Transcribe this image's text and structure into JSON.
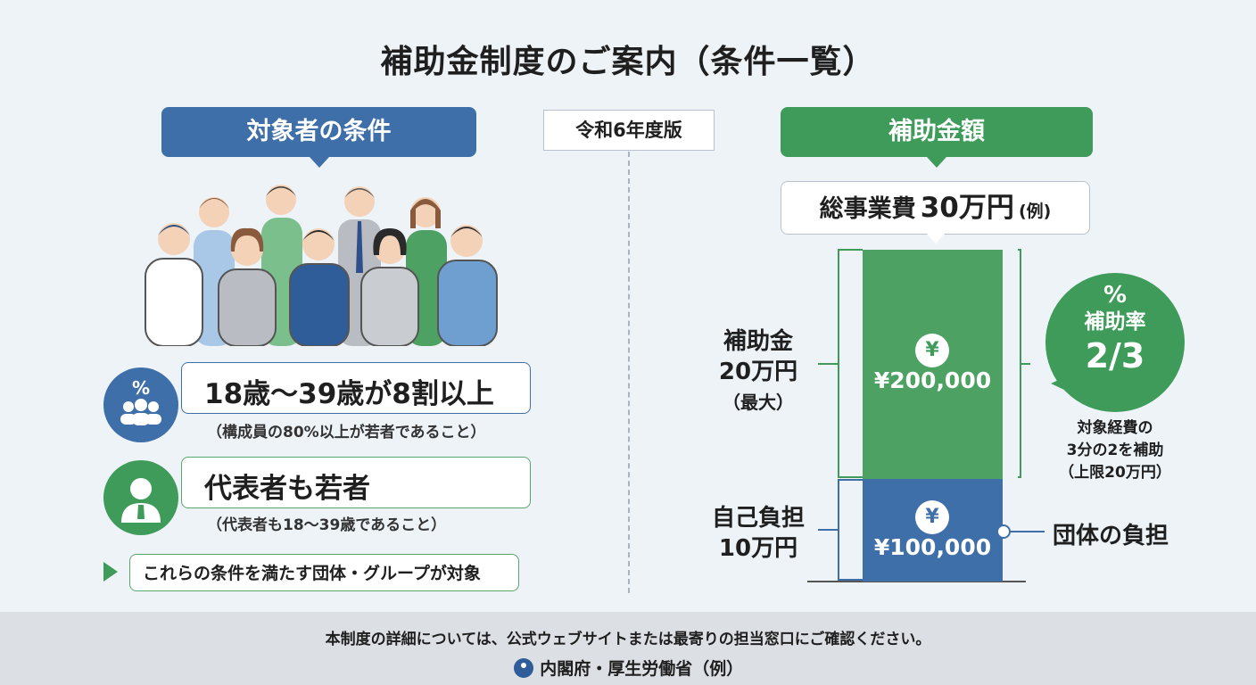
{
  "title": "補助金制度のご案内（条件一覧）",
  "left_header": "対象者の条件",
  "edition": "令和6年度版",
  "right_header": "補助金額",
  "conditions": [
    {
      "main": "18歳〜39歳が8割以上",
      "sub": "（構成員の80%以上が若者であること）",
      "icon": "people-percent-icon"
    },
    {
      "main": "代表者も若者",
      "sub": "（代表者も18〜39歳であること）",
      "icon": "representative-icon"
    }
  ],
  "note": "これらの条件を満たす団体・グループが対象",
  "total": {
    "label": "総事業費",
    "amount": "30万円",
    "suffix": "(例)"
  },
  "grant": {
    "label": "補助金",
    "amount": "20万円",
    "qualifier": "（最大）",
    "value": "¥200,000"
  },
  "self": {
    "label": "自己負担",
    "amount": "10万円",
    "value": "¥100,000"
  },
  "yen_symbol": "¥",
  "rate": {
    "symbol": "%",
    "label": "補助率",
    "value": "2/3"
  },
  "rate_note": [
    "対象経費の",
    "3分の2を補助",
    "（上限20万円）"
  ],
  "org_burden": "団体の負担",
  "footer": {
    "text": "本制度の詳細については、公式ウェブサイトまたは最寄りの担当窓口にご確認ください。",
    "org": "内閣府・厚生労働省（例）"
  },
  "colors": {
    "blue": "#3f6fa8",
    "green": "#3e9b5a",
    "background": "#eef3f8"
  }
}
